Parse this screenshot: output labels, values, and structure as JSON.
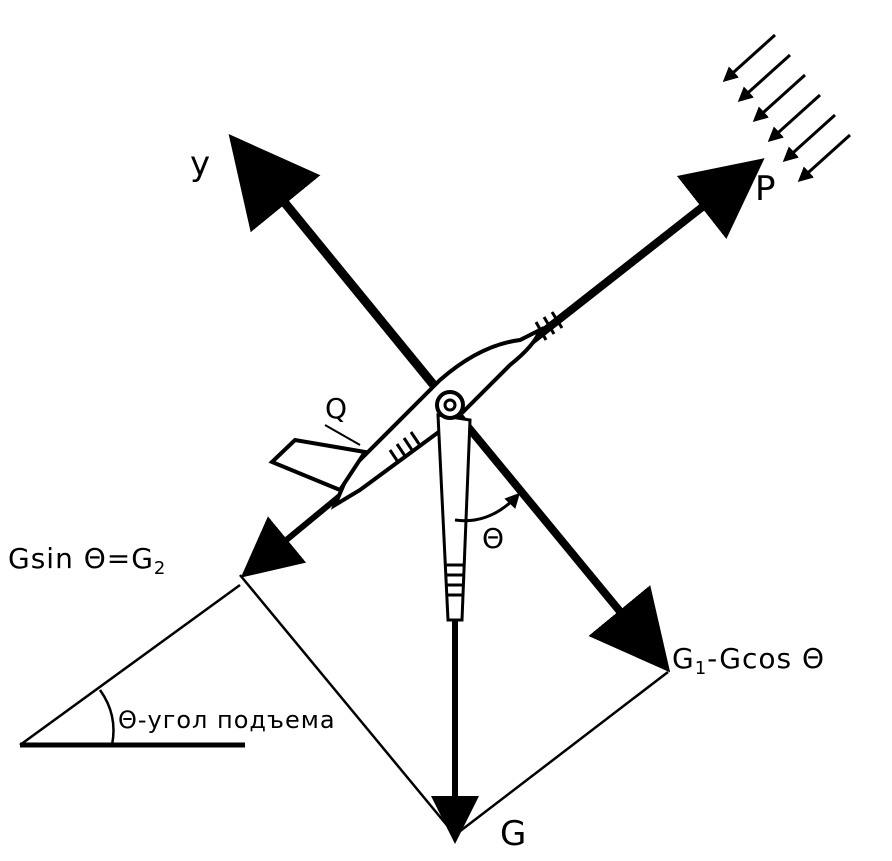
{
  "labels": {
    "y_axis": "y",
    "thrust": "P",
    "drag": "Q",
    "angle": "Θ",
    "weight": "G",
    "g2_component": "Gsin Θ=G",
    "g2_subscript": "2",
    "g1_component": "G",
    "g1_subscript": "1",
    "g1_formula": "-Gcos Θ",
    "angle_caption": "Θ-угол подъема"
  },
  "colors": {
    "ink": "#000000",
    "background": "#ffffff"
  }
}
